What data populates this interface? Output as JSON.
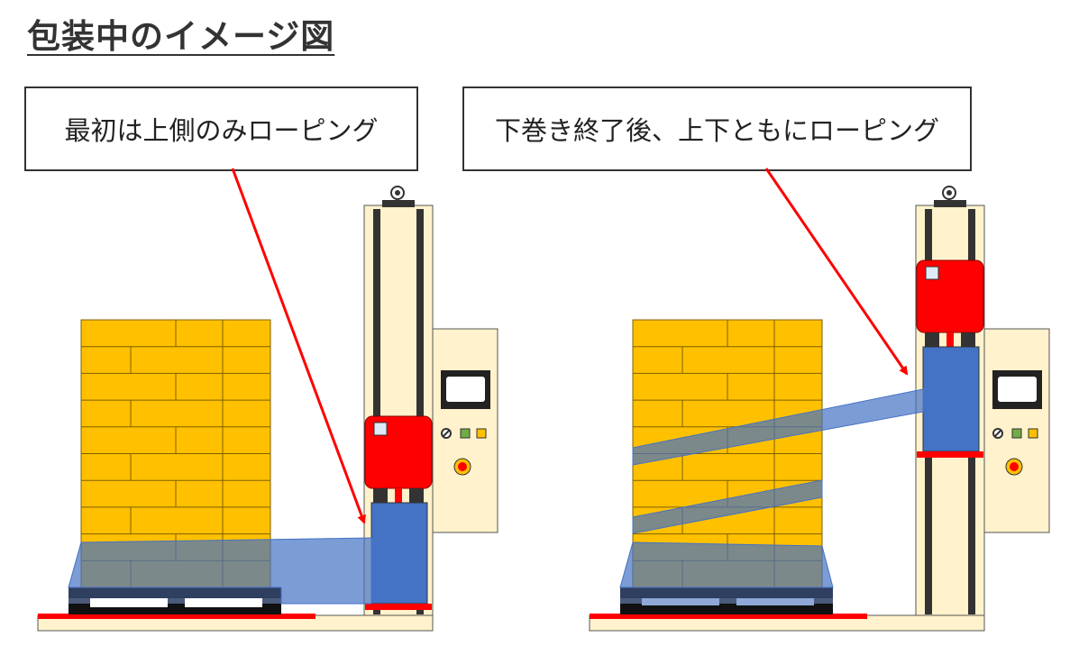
{
  "title": "包装中のイメージ図",
  "callouts": [
    {
      "id": "left",
      "text": "最初は上側のみローピング"
    },
    {
      "id": "right",
      "text": "下巻き終了後、上下ともにローピング"
    }
  ],
  "colors": {
    "boxes": "#FFC000",
    "box_lines": "#7F6000",
    "film": "#4472C4",
    "carriage": "#FF0000",
    "mast": "#FFF2CC",
    "base_rail": "#FF0000",
    "arrow": "#FF0000",
    "panel_green": "#70AD47",
    "panel_amber": "#FFC000"
  },
  "scenes": [
    {
      "name": "initial-top-only",
      "carriage_position": "bottom",
      "film_bands": 1
    },
    {
      "name": "after-bottom-wrap",
      "carriage_position": "top",
      "film_bands": 3
    }
  ]
}
